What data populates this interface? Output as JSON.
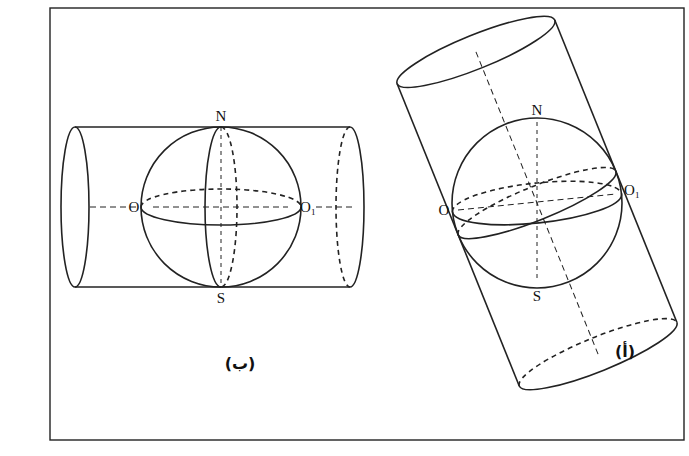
{
  "diagram": {
    "labels": [
      "N",
      "O",
      "O₁",
      "S",
      "(ب)",
      "N",
      "O",
      "O₁",
      "S",
      "(أ)"
    ]
  }
}
